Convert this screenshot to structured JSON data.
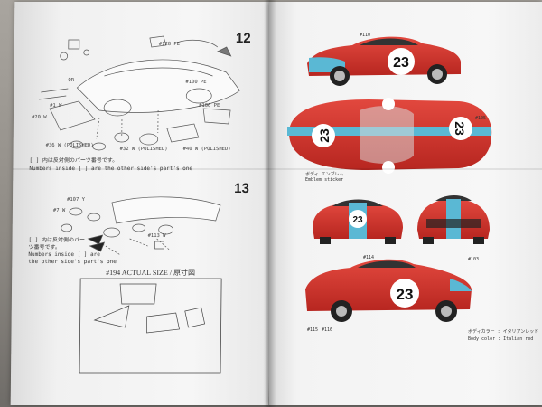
{
  "left_page": {
    "steps": [
      "12",
      "13"
    ],
    "part_labels": [
      "#128 PE",
      "#100 PE",
      "#106 PE",
      "#36 W (POLISHED)",
      "#32 W (POLISHED)",
      "#40 W (POLISHED)",
      "#1 W",
      "#20 W",
      "#107 Y",
      "#7 W",
      "#113 W"
    ],
    "or_label": "OR",
    "note_step12": [
      "[ ] 内は反対側のパーツ番号です。",
      "Numbers inside [ ] are the other side's part's one"
    ],
    "note_step13": [
      "[ ] 内は反対側のパー",
      "ツ番号です。",
      "Numbers inside [ ] are",
      "the other side's part's one"
    ],
    "actual_size_heading": "#194 ACTUAL SIZE / 原寸図"
  },
  "right_page": {
    "race_number": "23",
    "callouts": [
      "#110",
      "#105",
      "#114",
      "#115",
      "#116",
      "#103"
    ],
    "emblem_caption": [
      "ボディ エンブレム",
      "Emblem sticker"
    ],
    "body_color": [
      "ボディカラー : イタリアンレッド",
      "Body color : Italian red"
    ]
  },
  "colors": {
    "body_red": "#d4302a",
    "stripe_blue": "#59b9d6",
    "roundel_white": "#ffffff",
    "paper": "#f3f3f3"
  }
}
